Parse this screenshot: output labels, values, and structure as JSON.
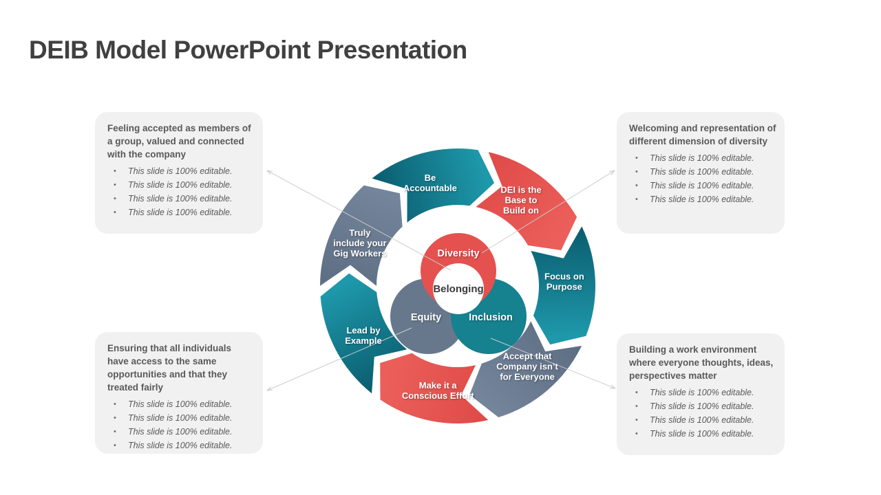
{
  "title": "DEIB Model PowerPoint Presentation",
  "colors": {
    "background": "#ffffff",
    "title_text": "#404040",
    "card_background": "#f1f1f1",
    "card_text": "#595959",
    "connector": "#c8cccf",
    "segment_palette": {
      "teal": {
        "dark": "#0a5c6e",
        "light": "#1e98aa"
      },
      "red": {
        "dark": "#df4a47",
        "light": "#eb5f5a"
      },
      "gray": {
        "dark": "#5d6d82",
        "light": "#74849b"
      }
    },
    "venn_fills": {
      "red": "#e5514e",
      "gray": "#68788c",
      "teal": "#16818f"
    },
    "segment_label_text": "#ffffff",
    "center_label_text": "#3a3a3a"
  },
  "cards": [
    {
      "position": "top-left",
      "heading": "Feeling accepted as members of a group, valued and connected with the company",
      "bullets": [
        "This slide is 100% editable.",
        "This slide is 100% editable.",
        "This slide is 100% editable.",
        "This slide is 100% editable."
      ]
    },
    {
      "position": "top-right",
      "heading": "Welcoming and representation of different dimension of diversity",
      "bullets": [
        "This slide is 100% editable.",
        "This slide is 100% editable.",
        "This slide is 100% editable.",
        "This slide is 100% editable."
      ]
    },
    {
      "position": "bottom-left",
      "heading": "Ensuring that all individuals have access to the same opportunities and that they treated fairly",
      "bullets": [
        "This slide is 100% editable.",
        "This slide is 100% editable.",
        "This slide is 100% editable.",
        "This slide is 100% editable."
      ]
    },
    {
      "position": "bottom-right",
      "heading": "Building a work environment where everyone thoughts, ideas, perspectives matter",
      "bullets": [
        "This slide is 100% editable.",
        "This slide is 100% editable.",
        "This slide is 100% editable.",
        "This slide is 100% editable."
      ]
    }
  ],
  "diagram": {
    "ring_segments": [
      {
        "label_lines": [
          "Be",
          "Accountable"
        ],
        "color": "teal"
      },
      {
        "label_lines": [
          "DEI is the",
          "Base to",
          "Build on"
        ],
        "color": "red"
      },
      {
        "label_lines": [
          "Focus on",
          "Purpose"
        ],
        "color": "teal"
      },
      {
        "label_lines": [
          "Accept that",
          "Company isn’t",
          "for Everyone"
        ],
        "color": "gray"
      },
      {
        "label_lines": [
          "Make it a",
          "Conscious Effort"
        ],
        "color": "red"
      },
      {
        "label_lines": [
          "Lead by",
          "Example"
        ],
        "color": "teal"
      },
      {
        "label_lines": [
          "Truly",
          "include your",
          "Gig Workers"
        ],
        "color": "gray"
      }
    ],
    "venn_circles": [
      {
        "label": "Diversity",
        "color": "red"
      },
      {
        "label": "Equity",
        "color": "gray"
      },
      {
        "label": "Inclusion",
        "color": "teal"
      }
    ],
    "center_label": "Belonging"
  }
}
